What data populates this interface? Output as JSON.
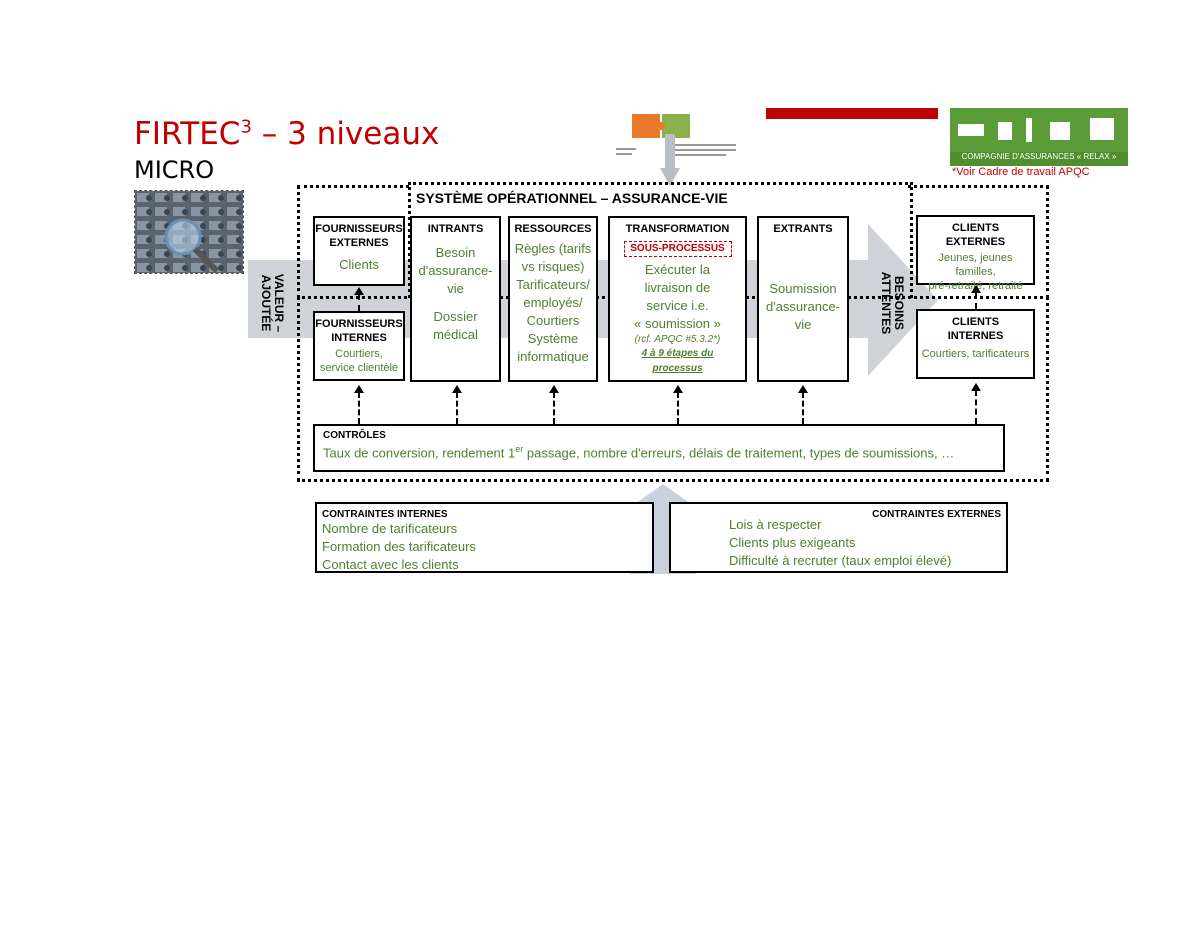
{
  "page": {
    "title_main": "FIRTEC",
    "title_sup": "3",
    "title_rest": " – 3 niveaux",
    "subtitle": "MICRO"
  },
  "header_logos": {
    "apqc_note": "*Voir Cadre de travail APQC",
    "relax_label": "COMPAGNIE D'ASSURANCES « RELAX »"
  },
  "system": {
    "title": "SYSTÈME OPÉRATIONNEL – ASSURANCE-VIE"
  },
  "side_labels": {
    "valeur": "VALEUR –\nAJOUTÉE",
    "besoins": "BESOINS\nATTENTES"
  },
  "fournisseurs_externes": {
    "title": "FOURNISSEURS\nEXTERNES",
    "text": "Clients"
  },
  "fournisseurs_internes": {
    "title": "FOURNISSEURS\nINTERNES",
    "text": "Courtiers,\nservice clientèle"
  },
  "intrants": {
    "title": "INTRANTS",
    "text1": "Besoin\nd'assurance-\nvie",
    "text2": "Dossier\nmédical"
  },
  "ressources": {
    "title": "RESSOURCES",
    "text": "Règles (tarifs\nvs risques)\nTarificateurs/\nemployés/\nCourtiers\nSystème\ninformatique"
  },
  "transformation": {
    "title": "TRANSFORMATION",
    "badge": "SOUS-PROCESSUS",
    "text": "Exécuter la\nlivraison de\nservice i.e.\n« soumission »",
    "ref": "(rcf. APQC #5.3.2*)",
    "steps": "4 à 9 étapes du\nprocessus"
  },
  "extrants": {
    "title": "EXTRANTS",
    "text": "Soumission\nd'assurance-\nvie"
  },
  "clients_externes": {
    "title": "CLIENTS\nEXTERNES",
    "text": "Jeunes, jeunes familles,\npré-retraité, retraité"
  },
  "clients_internes": {
    "title": "CLIENTS\nINTERNES",
    "text": "Courtiers, tarificateurs"
  },
  "controles": {
    "title": "CONTRÔLES",
    "text_pre": "Taux de conversion, rendement 1",
    "text_sup": "er",
    "text_post": " passage, nombre d'erreurs, délais de traitement, types de soumissions, …"
  },
  "contraintes_internes": {
    "title": "CONTRAINTES INTERNES",
    "items": [
      "Nombre de tarificateurs",
      "Formation des tarificateurs",
      "Contact avec les clients"
    ]
  },
  "contraintes_externes": {
    "title": "CONTRAINTES EXTERNES",
    "items": [
      "Lois à respecter",
      "Clients plus exigeants",
      "Difficulté à recruter (taux emploi élevé)"
    ]
  },
  "colors": {
    "title_red": "#c00000",
    "text_green": "#4f7f2e",
    "arrow_gray": "#c8ccd2"
  }
}
